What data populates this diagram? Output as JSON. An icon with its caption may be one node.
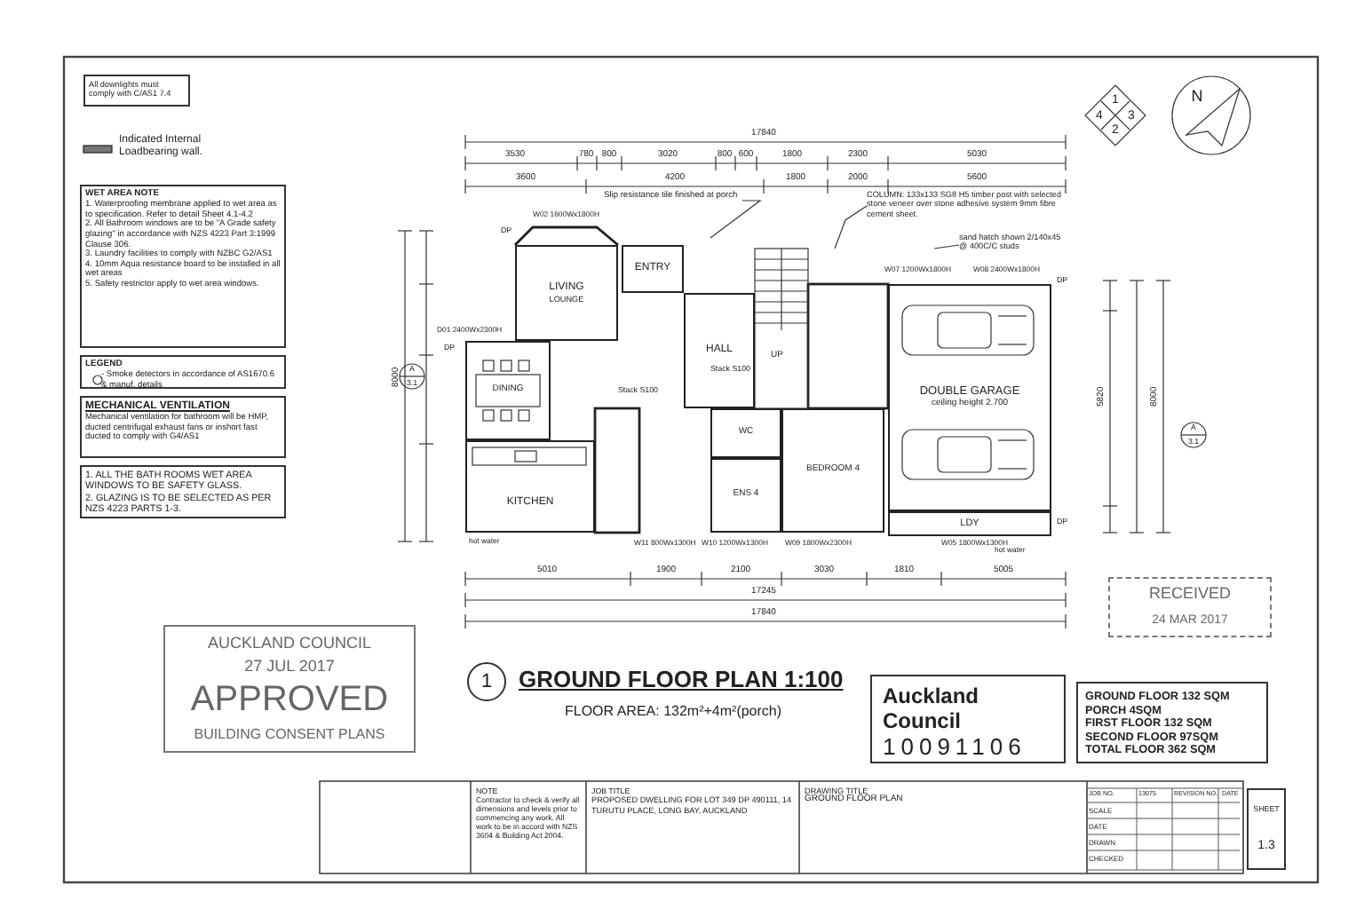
{
  "diagram": {
    "title": "GROUND FLOOR PLAN 1:100",
    "caption": "FLOOR AREA: 132m²+4m²(porch)",
    "nodes": [
      {
        "text": [
          "All downlights must comply with C/AS1 7.4"
        ]
      },
      {
        "text": [
          "WET AREA NOTE",
          "1. Waterproofing membrane applied to wet area as to specification. Refer to detail Sheet 4.1-4.2",
          "2. All Bathroom windows are to be \"A Grade safety glazing\" in accordance with NZS 4223 Part 3:1999 Clause 306.",
          "3. Laundry facilities to comply with NZBC G2/AS1",
          "4. 10mm Aqua resistance board to be installed in all wet areas",
          "5. Safety restrictor apply to wet area windows."
        ]
      },
      {
        "text": [
          "LEGEND",
          "- Smoke detectors in accordance of AS1670.6 & manuf. details"
        ]
      },
      {
        "text": [
          "MECHANICAL VENTILATION",
          "Mechanical ventilation for bathroom will be HMP, ducted centrifugal exhaust fans or inshort fast ducted to comply with G4/AS1"
        ]
      },
      {
        "text": [
          "1. ALL THE BATH ROOMS WET AREA WINDOWS TO BE SAFETY GLASS.",
          "2. GLAZING IS TO BE SELECTED AS PER NZS 4223 PARTS 1-3."
        ]
      },
      {
        "text": [
          "LIVING",
          "LOUNGE"
        ]
      },
      {
        "text": [
          "ENTRY"
        ]
      },
      {
        "text": [
          "HALL"
        ]
      },
      {
        "text": [
          "DINING"
        ]
      },
      {
        "text": [
          "KITCHEN"
        ]
      },
      {
        "text": [
          "WC"
        ]
      },
      {
        "text": [
          "ENS 4"
        ]
      },
      {
        "text": [
          "BEDROOM 4"
        ]
      },
      {
        "text": [
          "DOUBLE GARAGE",
          "ceiling height 2.700"
        ]
      },
      {
        "text": [
          "LDY"
        ]
      },
      {
        "text": [
          "Slip resistance tile finished at porch"
        ]
      },
      {
        "text": [
          "COLUMN: 133x133 SG8 H5 timber post with selected stone veneer over stone adhesive system 9mm fibre cement sheet."
        ]
      },
      {
        "text": [
          "sand hatch shown 2/140x45 @ 400C/C studs"
        ]
      },
      {
        "text": [
          "AUCKLAND COUNCIL",
          "27 JUL 2017",
          "APPROVED",
          "BUILDING CONSENT PLANS"
        ]
      },
      {
        "text": [
          "RECEIVED",
          "24 MAR 2017"
        ]
      },
      {
        "text": [
          "Auckland Council",
          "10091106"
        ]
      },
      {
        "text": [
          "GROUND FLOOR 132 SQM",
          "PORCH 4SQM",
          "FIRST FLOOR 132 SQM",
          "SECOND FLOOR 97SQM",
          "TOTAL FLOOR 362 SQM"
        ]
      },
      {
        "text": [
          "1"
        ]
      },
      {
        "text": [
          "NOTE",
          "Contractor to check & verify all dimensions and levels prior to commencing any work. All work to be in accord with NZS 3604 & Building Act 2004."
        ]
      },
      {
        "text": [
          "JOB TITLE",
          "PROPOSED DWELLING FOR LOT 349 DP 490111, 14 TURUTU PLACE, LONG BAY, AUCKLAND"
        ]
      },
      {
        "text": [
          "DRAWING TITLE",
          "GROUND FLOOR PLAN"
        ]
      },
      {
        "text": [
          "SHEET",
          "1.3"
        ]
      }
    ],
    "edges": [
      {
        "from": 15,
        "to": null,
        "arrow": "none"
      },
      {
        "from": 16,
        "to": null,
        "arrow": "none"
      },
      {
        "from": 17,
        "to": null,
        "arrow": "none"
      }
    ],
    "labels": [
      "17840",
      "3530",
      "780",
      "800",
      "3020",
      "800",
      "600",
      "1800",
      "2300",
      "5030",
      "3600",
      "4200",
      "1800",
      "2000",
      "5600",
      "5010",
      "1900",
      "2100",
      "3030",
      "1810",
      "5005",
      "17245",
      "17840",
      "8000",
      "5820",
      "8000",
      "D01 2400Wx2300H",
      "W02 1600Wx1800H",
      "W07 1200Wx1800H",
      "W08 2400Wx1800H",
      "W11 800Wx1300H",
      "W10 1200Wx1300H",
      "W09 1800Wx2300H",
      "W05 1800Wx1300H",
      "Stack S100",
      "Stack S100",
      "UP",
      "DP",
      "DP",
      "DP",
      "DP",
      "hot water",
      "hot water",
      "A",
      "3.1",
      "A",
      "3.1",
      "1",
      "4",
      "3",
      "2",
      "N",
      "JOB NO.",
      "13075",
      "REVISION NO.",
      "DATE",
      "SCALE",
      "DATE",
      "DRAWN",
      "CHECKED"
    ],
    "legend": [
      {
        "text": "Indicated Internal Loadbearing wall."
      }
    ]
  }
}
